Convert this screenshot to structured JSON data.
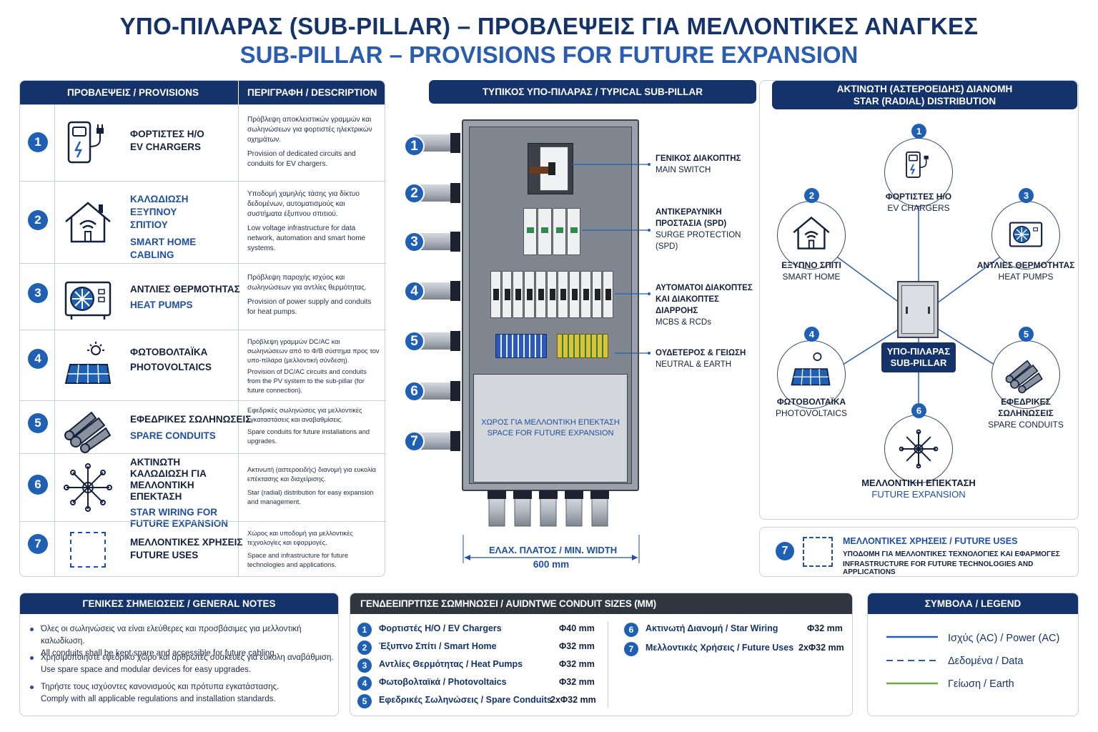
{
  "title_gr": "ΥΠΟ-ΠΙΛΑΡΑΣ (SUB-PILLAR) – ΠΡΟΒΛΕΨΕΙΣ ΓΙΑ ΜΕΛΛΟΝΤΙΚΕΣ ΑΝΑΓΚΕΣ",
  "title_en": "SUB-PILLAR – PROVISIONS FOR FUTURE EXPANSION",
  "provisions": {
    "col1": "ΠΡΟΒΛΕΨΕΙΣ / PROVISIONS",
    "col2": "ΠΕΡΙΓΡΑΦΗ / DESCRIPTION",
    "rows": [
      {
        "num": "1",
        "icon": "ev-charger-icon",
        "gr": "ΦΟΡΤΙΣΤΕΣ Η/Ο",
        "en": "EV CHARGERS",
        "desc_gr": "Πρόβλεψη αποκλειστικών γραμμών και σωληνώσεων για φορτιστές ηλεκτρικών οχημάτων.",
        "desc_en": "Provision of dedicated circuits and conduits for EV chargers."
      },
      {
        "num": "2",
        "icon": "smart-home-icon",
        "gr": "ΚΑΛΩΔΙΩΣΗ ΕΞΥΠΝΟΥ ΣΠΙΤΙΟΥ",
        "en": "SMART HOME CABLING",
        "desc_gr": "Υποδομή χαμηλής τάσης για δίκτυο δεδομένων, αυτοματισμούς και συστήματα έξυπνου σπιτιού.",
        "desc_en": "Low voltage infrastructure for data network, automation and smart home systems."
      },
      {
        "num": "3",
        "icon": "heat-pump-icon",
        "gr": "ΑΝΤΛΙΕΣ ΘΕΡΜΟΤΗΤΑΣ",
        "en": "HEAT PUMPS",
        "desc_gr": "Πρόβλεψη παροχής ισχύος και σωληνώσεων για αντλίες θερμότητας.",
        "desc_en": "Provision of power supply and conduits for heat pumps."
      },
      {
        "num": "4",
        "icon": "solar-panel-icon",
        "gr": "ΦΩΤΟΒΟΛΤΑΪΚΑ",
        "en": "PHOTOVOLTAICS",
        "desc_gr": "Πρόβλεψη γραμμών DC/AC και σωληνώσεων από το Φ/Β σύστημα προς τον υπο-πίλαρα (μελλοντική σύνδεση).",
        "desc_en": "Provision of DC/AC circuits and conduits from the PV system to the sub-pillar (for future connection)."
      },
      {
        "num": "5",
        "icon": "conduits-icon",
        "gr": "ΕΦΕΔΡΙΚΕΣ ΣΩΛΗΝΩΣΕΙΣ",
        "en": "SPARE CONDUITS",
        "desc_gr": "Εφεδρικές σωληνώσεις για μελλοντικές εγκαταστάσεις και αναβαθμίσεις.",
        "desc_en": "Spare conduits for future installations and upgrades."
      },
      {
        "num": "6",
        "icon": "star-wiring-icon",
        "gr": "ΑΚΤΙΝΩΤΗ ΚΑΛΩΔΙΩΣΗ ΓΙΑ ΜΕΛΛΟΝΤΙΚΗ ΕΠΕΚΤΑΣΗ",
        "en": "STAR WIRING FOR FUTURE EXPANSION",
        "desc_gr": "Ακτινωτή (αστεροειδής) διανομή για ευκολία επέκτασης και διαχείρισης.",
        "desc_en": "Star (radial) distribution for easy expansion and management."
      },
      {
        "num": "7",
        "icon": "future-uses-icon",
        "gr": "ΜΕΛΛΟΝΤΙΚΕΣ ΧΡΗΣΕΙΣ",
        "en": "FUTURE USES",
        "desc_gr": "Χώρος και υποδομή για μελλοντικές τεχνολογίες και εφαρμογές.",
        "desc_en": "Space and infrastructure for future technologies and applications."
      }
    ]
  },
  "typical": {
    "header": "ΤΥΠΙΚΟΣ ΥΠΟ-ΠΙΛΑΡΑΣ / TYPICAL SUB-PILLAR",
    "callouts": [
      {
        "gr": "ΓΕΝΙΚΟΣ ΔΙΑΚΟΠΤΗΣ",
        "en": "MAIN SWITCH"
      },
      {
        "gr": "ΑΝΤΙΚΕΡΑΥΝΙΚΗ ΠΡΟΣΤΑΣΙΑ (SPD)",
        "en": "SURGE PROTECTION (SPD)"
      },
      {
        "gr": "ΑΥΤΟΜΑΤΟΙ ΔΙΑΚΟΠΤΕΣ ΚΑΙ ΔΙΑΚΟΠΤΕΣ ΔΙΑΡΡΟΗΣ",
        "en": "MCBS & RCDs"
      },
      {
        "gr": "ΟΥΔΕΤΕΡΟΣ & ΓΕΙΩΣΗ",
        "en": "NEUTRAL & EARTH"
      }
    ],
    "space_gr": "ΧΩΡΟΣ ΓΙΑ ΜΕΛΛΟΝΤΙΚΗ ΕΠΕΚΤΑΣΗ",
    "space_en": "SPACE FOR FUTURE EXPANSION",
    "width_label": "ΕΛΑΧ. ΠΛΑΤΟΣ / MIN. WIDTH",
    "width_value": "600 mm",
    "entry_numbers": [
      "1",
      "2",
      "3",
      "4",
      "5",
      "6",
      "7"
    ]
  },
  "star": {
    "header_l1": "ΑΚΤΙΝΩΤΗ (ΑΣΤΕΡΟΕΙΔΗΣ) ΔΙΑΝΟΜΗ",
    "header_l2": "STAR (RADIAL) DISTRIBUTION",
    "center_l1": "ΥΠΟ-ΠΙΛΑΡΑΣ",
    "center_l2": "SUB-PILLAR",
    "nodes": [
      {
        "num": "1",
        "gr": "ΦΟΡΤΙΣΤΕΣ Η/Ο",
        "en": "EV CHARGERS"
      },
      {
        "num": "2",
        "gr": "ΕΞΥΠΝΟ ΣΠΙΤΙ",
        "en": "SMART HOME"
      },
      {
        "num": "3",
        "gr": "ΑΝΤΛΙΕΣ ΘΕΡΜΟΤΗΤΑΣ",
        "en": "HEAT PUMPS"
      },
      {
        "num": "4",
        "gr": "ΦΩΤΟΒΟΛΤΑΪΚΑ",
        "en": "PHOTOVOLTAICS"
      },
      {
        "num": "5",
        "gr": "ΕΦΕΔΡΙΚΕΣ ΣΩΛΗΝΩΣΕΙΣ",
        "en": "SPARE CONDUITS"
      },
      {
        "num": "6",
        "gr": "ΜΕΛΛΟΝΤΙΚΗ ΕΠΕΚΤΑΣΗ",
        "en": "FUTURE EXPANSION"
      }
    ],
    "future_num": "7",
    "future_title": "ΜΕΛΛΟΝΤΙΚΕΣ ΧΡΗΣΕΙΣ / FUTURE USES",
    "future_gr": "ΥΠΟΔΟΜΗ ΓΙΑ ΜΕΛΛΟΝΤΙΚΕΣ ΤΕΧΝΟΛΟΓΙΕΣ ΚΑΙ ΕΦΑΡΜΟΓΕΣ",
    "future_en": "INFRASTRUCTURE FOR FUTURE TECHNOLOGIES AND APPLICATIONS"
  },
  "notes": {
    "header": "ΓΕΝΙΚΕΣ ΣΗΜΕΙΩΣΕΙΣ / GENERAL NOTES",
    "items": [
      {
        "gr": "Όλες οι σωληνώσεις να είναι ελεύθερες και προσβάσιμες για μελλοντική καλωδίωση.",
        "en": "All conduits shall be kept spare and accessible for future cabling."
      },
      {
        "gr": "Χρησιμοποιήστε εφεδρικό χώρο και αρθρωτές συσκευές για εύκολη αναβάθμιση.",
        "en": "Use spare space and modular devices for easy upgrades."
      },
      {
        "gr": "Τηρήστε τους ισχύοντες κανονισμούς και πρότυπα εγκατάστασης.",
        "en": "Comply with all applicable regulations and installation standards."
      }
    ]
  },
  "conduits": {
    "header": "ΓΕΝΔΕΕΙΠΡΤΠΣΕ ΣΩΜΗΝΩΣΕΙ / AUIDNTWE CONDUIT SIZES (MM)",
    "rows": [
      {
        "num": "1",
        "label": "Φορτιστές Η/Ο / EV Chargers",
        "size": "Φ40 mm"
      },
      {
        "num": "2",
        "label": "Έξυπνο Σπίτι / Smart Home",
        "size": "Φ32 mm"
      },
      {
        "num": "3",
        "label": "Αντλίες Θερμότητας / Heat Pumps",
        "size": "Φ32 mm"
      },
      {
        "num": "4",
        "label": "Φωτοβολταϊκά / Photovoltaics",
        "size": "Φ32 mm"
      },
      {
        "num": "5",
        "label": "Εφεδρικές Σωληνώσεις / Spare Conduits",
        "size": "2xΦ32 mm"
      },
      {
        "num": "6",
        "label": "Ακτινωτή Διανομή / Star Wiring",
        "size": "Φ32 mm"
      },
      {
        "num": "7",
        "label": "Μελλοντικές Χρήσεις / Future Uses",
        "size": "2xΦ32 mm"
      }
    ]
  },
  "legend": {
    "header": "ΣΥΜΒΟΛΑ / LEGEND",
    "items": [
      {
        "label": "Ισχύς (AC) / Power (AC)",
        "color": "#2a5db0",
        "style": "solid"
      },
      {
        "label": "Δεδομένα / Data",
        "color": "#2a5db0",
        "style": "dashed"
      },
      {
        "label": "Γείωση / Earth",
        "color": "#6fa845",
        "style": "solid"
      }
    ]
  }
}
